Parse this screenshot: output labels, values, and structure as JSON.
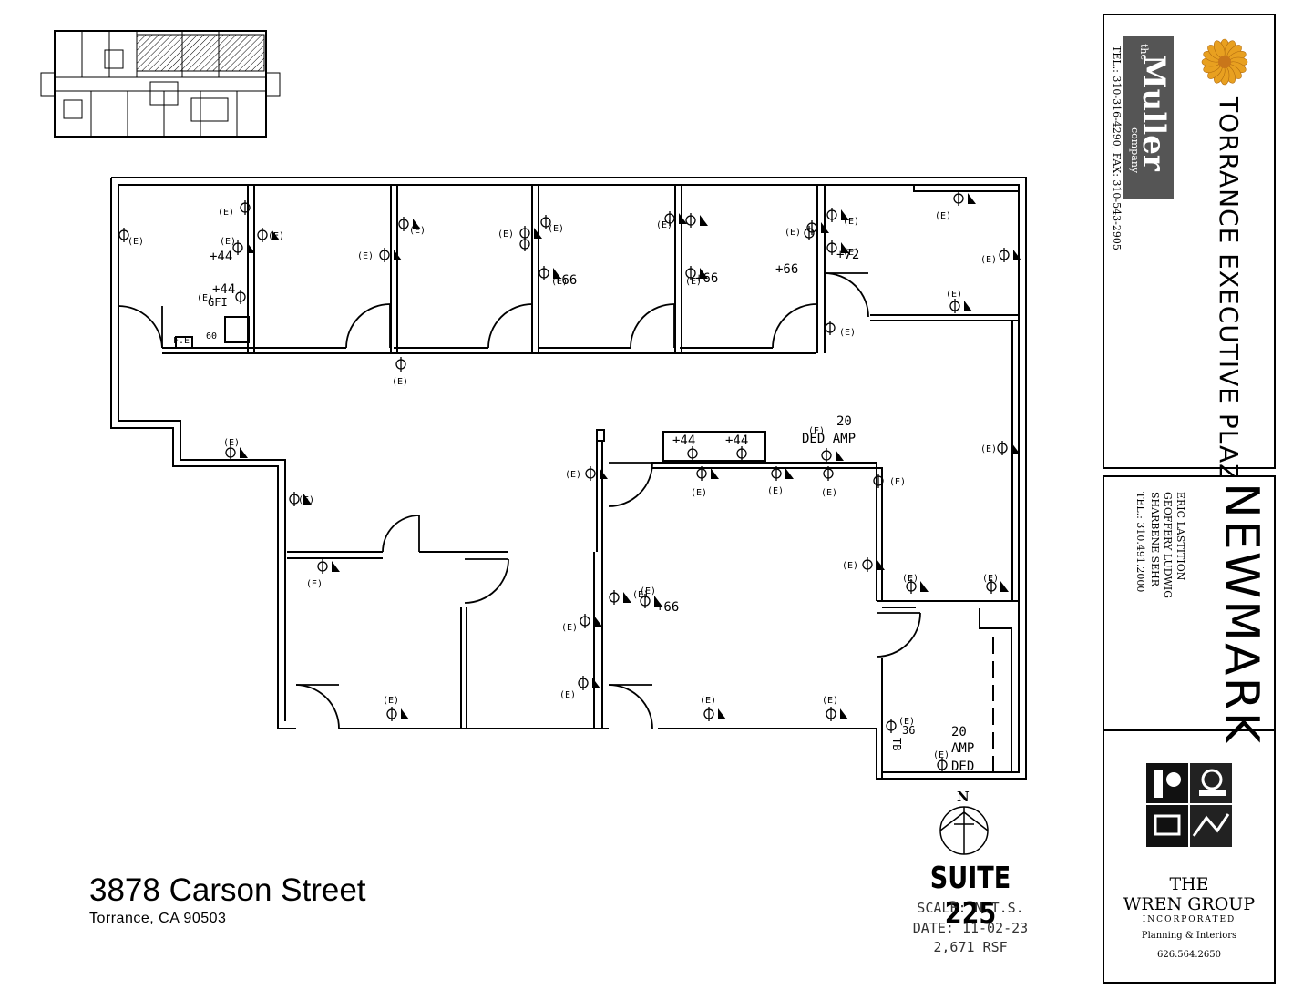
{
  "property": {
    "name": "TORRANCE EXECUTIVE PLAZA",
    "street": "3878 Carson Street",
    "city": "Torrance, CA 90503"
  },
  "suite": {
    "label": "SUITE 225",
    "scale": "SCALE: N.T.S.",
    "date": "DATE: 11-02-23",
    "area": "2,671 RSF",
    "north": "N"
  },
  "landlord": {
    "the": "the",
    "name": "Muller",
    "company": "company",
    "tel": "TEL.: 310-316-4290, FAX: 310-543-2905",
    "logo_color": "#e8a020"
  },
  "broker": {
    "name": "NEWMARK",
    "agents": [
      "ERIC LASTITION",
      "GEOFFERY LUDWIG",
      "SHARBENE SEHR"
    ],
    "tel": "TEL.: 310.491.2000"
  },
  "designer": {
    "name": "THE",
    "name2": "WREN GROUP",
    "suffix": "INCORPORATED",
    "tagline": "Planning & Interiors",
    "phone": "626.564.2650"
  },
  "plan_labels": {
    "existing": "(E)",
    "fe": "F.E.",
    "gfi": "GFI",
    "num_60": "60",
    "p44": "+44",
    "p66": "+66",
    "p72": "+72",
    "amp20": "20",
    "ded_amp": "DED AMP",
    "amp": "AMP",
    "ded": "DED",
    "tb": "TB",
    "num_36": "36"
  }
}
